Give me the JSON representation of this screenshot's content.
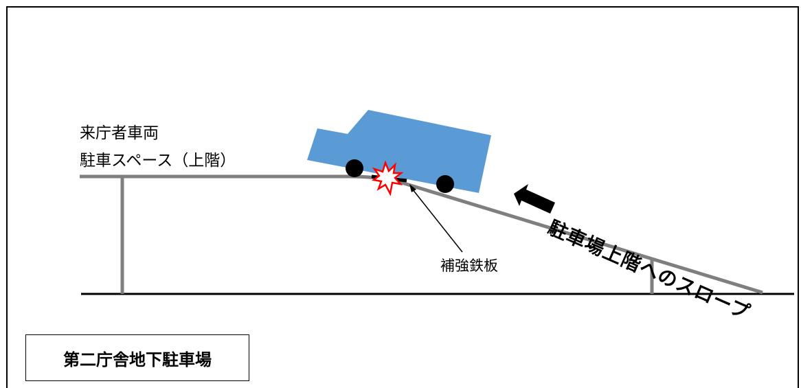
{
  "labels": {
    "upper_level_line1": "来庁者車両",
    "upper_level_line2": "駐車スペース（上階）",
    "reinforcement_plate": "補強鉄板",
    "slope": "駐車場上階へのスロープ",
    "title": "第二庁舎地下駐車場"
  },
  "colors": {
    "car_body": "#5B9BD5",
    "structure": "#7F7F7F",
    "impact_outline": "#FF0000",
    "wheel": "#000000",
    "text": "#000000"
  },
  "icons": {
    "impact": "impact-burst-icon",
    "slope_arrow": "arrow-left-up-icon"
  }
}
